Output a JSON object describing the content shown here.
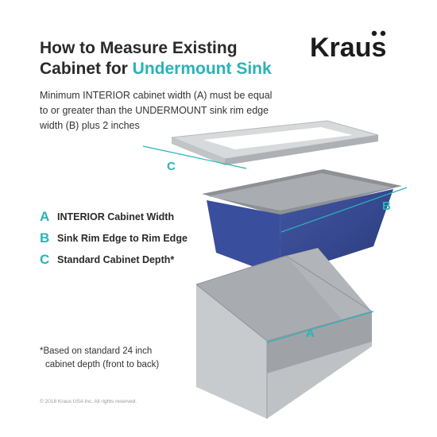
{
  "header": {
    "title_line1": "How to Measure Existing",
    "title_line2_prefix": "Cabinet for ",
    "title_line2_accent": "Undermount Sink",
    "brand": "Kraus"
  },
  "intro": "Minimum INTERIOR cabinet width (A) must be equal to or greater than the UNDERMOUNT sink rim edge width (B) plus 2 inches",
  "legend": [
    {
      "letter": "A",
      "label": "INTERIOR Cabinet Width"
    },
    {
      "letter": "B",
      "label": "Sink Rim Edge to Rim Edge"
    },
    {
      "letter": "C",
      "label": "Standard Cabinet Depth*"
    }
  ],
  "footnote": {
    "mark": "*",
    "line1": "Based on standard 24 inch",
    "line2": "cabinet depth (front to back)"
  },
  "copyright": "© 2018 Kraus USA Inc. All rights reserved.",
  "diagram_labels": {
    "a": "A",
    "b": "B",
    "c": "C"
  },
  "colors": {
    "accent": "#29b3b8",
    "sink_blue": "#3a4e9e",
    "steel": "#b9bcbf",
    "countertop": "#d6d8da"
  }
}
